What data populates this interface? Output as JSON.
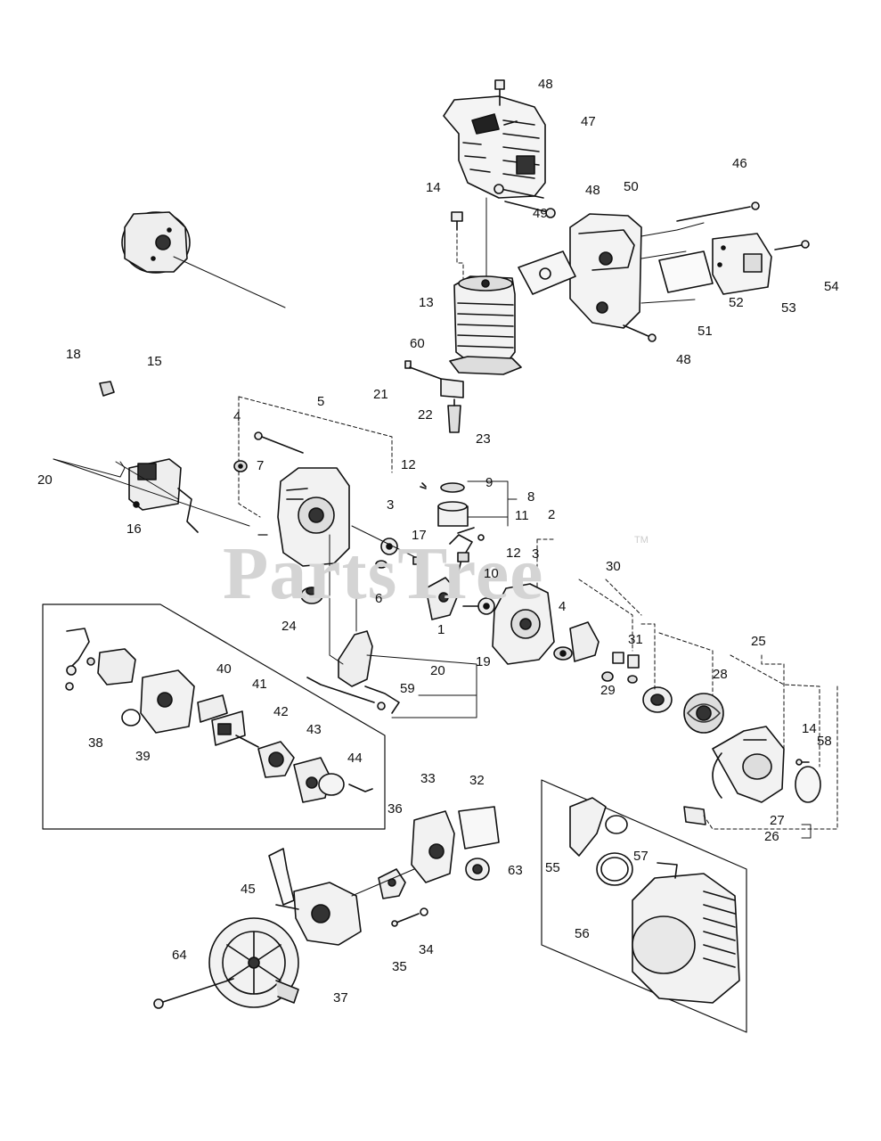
{
  "watermark": {
    "text": "PartsTree",
    "trademark": "TM"
  },
  "callouts": [
    {
      "id": "c48a",
      "text": "48"
    },
    {
      "id": "c47",
      "text": "47"
    },
    {
      "id": "c46",
      "text": "46"
    },
    {
      "id": "c14a",
      "text": "14"
    },
    {
      "id": "c48b",
      "text": "48"
    },
    {
      "id": "c50",
      "text": "50"
    },
    {
      "id": "c49",
      "text": "49"
    },
    {
      "id": "c54",
      "text": "54"
    },
    {
      "id": "c13",
      "text": "13"
    },
    {
      "id": "c52",
      "text": "52"
    },
    {
      "id": "c53",
      "text": "53"
    },
    {
      "id": "c51",
      "text": "51"
    },
    {
      "id": "c60",
      "text": "60"
    },
    {
      "id": "c48c",
      "text": "48"
    },
    {
      "id": "c18",
      "text": "18"
    },
    {
      "id": "c15",
      "text": "15"
    },
    {
      "id": "c21",
      "text": "21"
    },
    {
      "id": "c5",
      "text": "5"
    },
    {
      "id": "c22",
      "text": "22"
    },
    {
      "id": "c4a",
      "text": "4"
    },
    {
      "id": "c23",
      "text": "23"
    },
    {
      "id": "c7",
      "text": "7"
    },
    {
      "id": "c20a",
      "text": "20"
    },
    {
      "id": "c12a",
      "text": "12"
    },
    {
      "id": "c9",
      "text": "9"
    },
    {
      "id": "c8",
      "text": "8"
    },
    {
      "id": "c16",
      "text": "16"
    },
    {
      "id": "c3a",
      "text": "3"
    },
    {
      "id": "c11",
      "text": "11"
    },
    {
      "id": "c2",
      "text": "2"
    },
    {
      "id": "c17",
      "text": "17"
    },
    {
      "id": "c12b",
      "text": "12"
    },
    {
      "id": "c3b",
      "text": "3"
    },
    {
      "id": "c10",
      "text": "10"
    },
    {
      "id": "c30",
      "text": "30"
    },
    {
      "id": "c6",
      "text": "6"
    },
    {
      "id": "c24",
      "text": "24"
    },
    {
      "id": "c1",
      "text": "1"
    },
    {
      "id": "c4b",
      "text": "4"
    },
    {
      "id": "c31",
      "text": "31"
    },
    {
      "id": "c25",
      "text": "25"
    },
    {
      "id": "c40",
      "text": "40"
    },
    {
      "id": "c41",
      "text": "41"
    },
    {
      "id": "c28",
      "text": "28"
    },
    {
      "id": "c19",
      "text": "19"
    },
    {
      "id": "c20b",
      "text": "20"
    },
    {
      "id": "c59",
      "text": "59"
    },
    {
      "id": "c29",
      "text": "29"
    },
    {
      "id": "c42",
      "text": "42"
    },
    {
      "id": "c43",
      "text": "43"
    },
    {
      "id": "c44",
      "text": "44"
    },
    {
      "id": "c38",
      "text": "38"
    },
    {
      "id": "c39",
      "text": "39"
    },
    {
      "id": "c14b",
      "text": "14"
    },
    {
      "id": "c58",
      "text": "58"
    },
    {
      "id": "c33",
      "text": "33"
    },
    {
      "id": "c32",
      "text": "32"
    },
    {
      "id": "c36",
      "text": "36"
    },
    {
      "id": "c27",
      "text": "27"
    },
    {
      "id": "c26",
      "text": "26"
    },
    {
      "id": "c55",
      "text": "55"
    },
    {
      "id": "c57",
      "text": "57"
    },
    {
      "id": "c63",
      "text": "63"
    },
    {
      "id": "c45",
      "text": "45"
    },
    {
      "id": "c56",
      "text": "56"
    },
    {
      "id": "c64",
      "text": "64"
    },
    {
      "id": "c34",
      "text": "34"
    },
    {
      "id": "c35",
      "text": "35"
    },
    {
      "id": "c37",
      "text": "37"
    }
  ]
}
